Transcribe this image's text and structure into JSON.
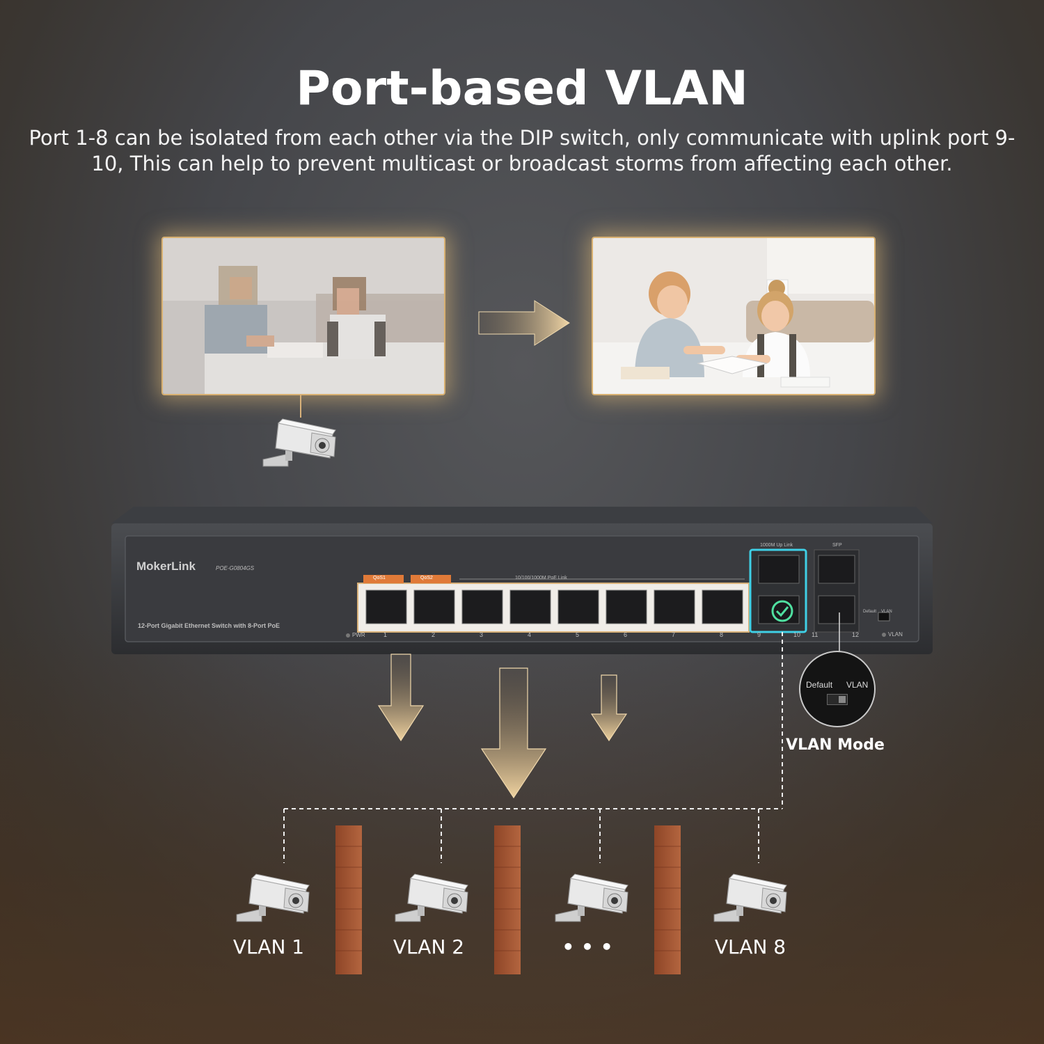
{
  "title": "Port-based VLAN",
  "description": "Port 1-8 can be isolated from each other via the DIP switch, only communicate with uplink port 9-10, This can help to prevent multicast or broadcast storms from affecting each other.",
  "switch": {
    "brand": "MokerLink",
    "model": "POE-G0804GS",
    "subtitle": "12-Port Gigabit Ethernet Switch with 8-Port PoE",
    "poe_group_label": "10/100/1000M PoE Link",
    "qos_labels": [
      "QoS1",
      "QoS2"
    ],
    "uplink_label": "1000M Up Link",
    "sfp_label": "SFP",
    "pwr_label": "PWR",
    "vlan_led_label": "VLAN",
    "port_numbers": [
      "1",
      "2",
      "3",
      "4",
      "5",
      "6",
      "7",
      "8",
      "9",
      "10",
      "11",
      "12"
    ],
    "dip_labels": [
      "Default",
      "VLAN"
    ]
  },
  "callout": {
    "dip_left": "Default",
    "dip_right": "VLAN",
    "mode_label": "VLAN Mode"
  },
  "vlans": [
    "VLAN 1",
    "VLAN 2",
    "• • •",
    "VLAN 8"
  ],
  "colors": {
    "accent_gold": "#d9b27a",
    "uplink_highlight": "#3fd0e6",
    "wall": "#a55636"
  }
}
